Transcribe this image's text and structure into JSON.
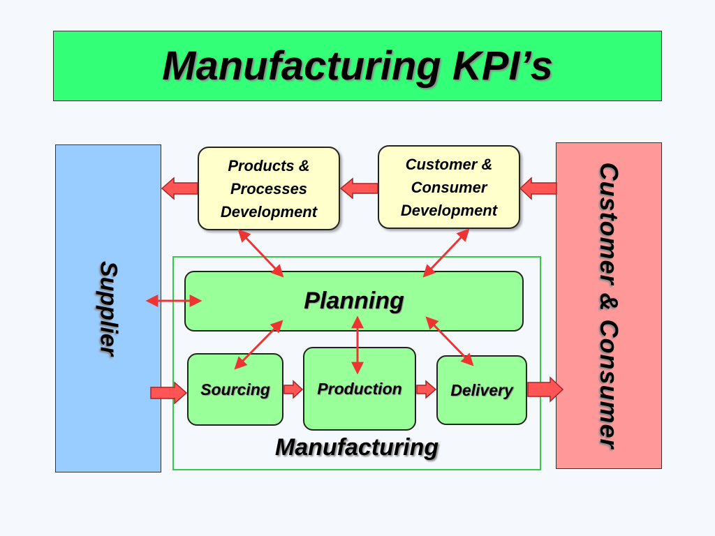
{
  "title": "Manufacturing KPI’s",
  "panels": {
    "supplier": "Supplier",
    "customer": "Customer & Consumer"
  },
  "nodes": {
    "products_dev": [
      "Products &",
      "Processes",
      "Development"
    ],
    "customer_dev": [
      "Customer &",
      "Consumer",
      "Development"
    ],
    "planning": "Planning",
    "sourcing": "Sourcing",
    "production": "Production",
    "delivery": "Delivery"
  },
  "manufacturing_label": "Manufacturing",
  "colors": {
    "title_bg": "#33ff77",
    "supplier_bg": "#99ccff",
    "customer_bg": "#ff9999",
    "node_yellow": "#ffffcc",
    "node_green": "#99ff99",
    "frame_green": "#33cc44",
    "arrow_red": "#ee3333"
  }
}
